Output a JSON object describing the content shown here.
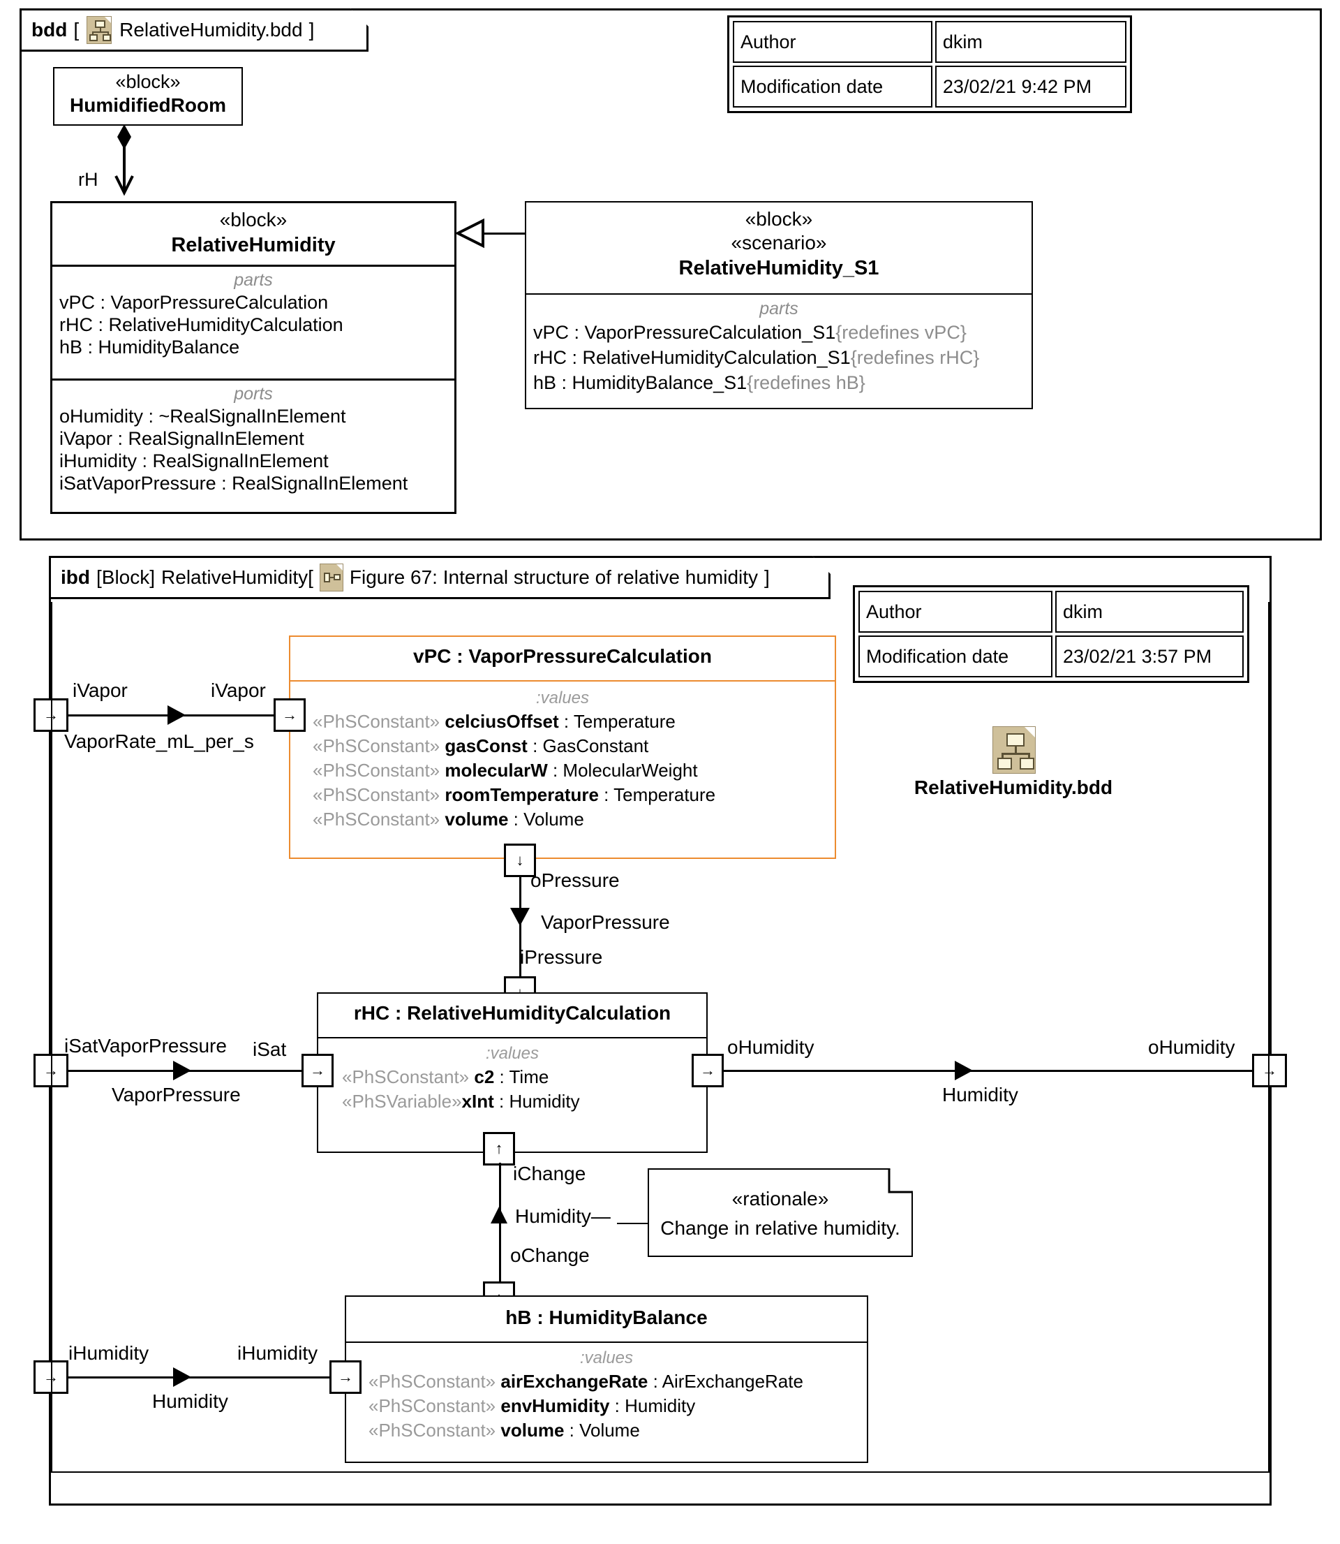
{
  "bdd": {
    "keyword": "bdd",
    "bracket_open": "[",
    "icon_name": "bdd-file-icon",
    "diagram_name": "RelativeHumidity.bdd",
    "bracket_close": "]",
    "meta": {
      "rows": [
        {
          "label": "Author",
          "value": "dkim"
        },
        {
          "label": "Modification date",
          "value": "23/02/21 9:42 PM"
        }
      ]
    },
    "humidified_room": {
      "stereotype": "«block»",
      "name": "HumidifiedRoom"
    },
    "composition_role": "rH",
    "relative_humidity": {
      "stereotype": "«block»",
      "name": "RelativeHumidity",
      "parts_label": "parts",
      "parts": [
        "vPC : VaporPressureCalculation",
        "rHC : RelativeHumidityCalculation",
        "hB : HumidityBalance"
      ],
      "ports_label": "ports",
      "ports": [
        "oHumidity : ~RealSignalInElement",
        "iVapor : RealSignalInElement",
        "iHumidity : RealSignalInElement",
        "iSatVaporPressure : RealSignalInElement"
      ]
    },
    "relative_humidity_s1": {
      "stereotype1": "«block»",
      "stereotype2": "«scenario»",
      "name": "RelativeHumidity_S1",
      "parts_label": "parts",
      "parts": [
        {
          "main": "vPC : VaporPressureCalculation_S1",
          "redefines": "{redefines vPC}"
        },
        {
          "main": "rHC : RelativeHumidityCalculation_S1",
          "redefines": "{redefines rHC}"
        },
        {
          "main": "hB : HumidityBalance_S1",
          "redefines": "{redefines hB}"
        }
      ]
    }
  },
  "ibd": {
    "keyword": "ibd",
    "kind": "[Block]",
    "block_name": "RelativeHumidity[",
    "icon_name": "ibd-file-icon",
    "figure_caption": "Figure 67: Internal structure of relative humidity",
    "bracket_close": "]",
    "meta": {
      "rows": [
        {
          "label": "Author",
          "value": "dkim"
        },
        {
          "label": "Modification date",
          "value": "23/02/21 3:57 PM"
        }
      ]
    },
    "bdd_ref": {
      "icon_name": "bdd-file-icon",
      "label": "RelativeHumidity.bdd"
    },
    "vpc": {
      "title": "vPC : VaporPressureCalculation",
      "values_label": ":values",
      "values": [
        {
          "stereotype": "«PhSConstant»",
          "name": "celciusOffset",
          "colon": " : ",
          "type": "Temperature"
        },
        {
          "stereotype": "«PhSConstant»",
          "name": "gasConst",
          "colon": " : ",
          "type": "GasConstant"
        },
        {
          "stereotype": "«PhSConstant»",
          "name": "molecularW",
          "colon": " : ",
          "type": "MolecularWeight"
        },
        {
          "stereotype": "«PhSConstant»",
          "name": "roomTemperature",
          "colon": " : ",
          "type": "Temperature"
        },
        {
          "stereotype": "«PhSConstant»",
          "name": "volume",
          "colon": " : ",
          "type": "Volume"
        }
      ]
    },
    "rhc": {
      "title": "rHC : RelativeHumidityCalculation",
      "values_label": ":values",
      "values": [
        {
          "stereotype": "«PhSConstant»",
          "name": "c2",
          "colon": " : ",
          "type": "Time"
        },
        {
          "stereotype": "«PhSVariable»",
          "name": "xInt",
          "colon": " : ",
          "type": "Humidity"
        }
      ]
    },
    "hb": {
      "title": "hB : HumidityBalance",
      "values_label": ":values",
      "values": [
        {
          "stereotype": "«PhSConstant»",
          "name": "airExchangeRate",
          "colon": " : ",
          "type": "AirExchangeRate"
        },
        {
          "stereotype": "«PhSConstant»",
          "name": "envHumidity",
          "colon": " : ",
          "type": "Humidity"
        },
        {
          "stereotype": "«PhSConstant»",
          "name": "volume",
          "colon": " : ",
          "type": "Volume"
        }
      ]
    },
    "rationale_note": {
      "stereotype": "«rationale»",
      "text": "Change in relative humidity."
    },
    "connectors": {
      "vapor_outer_port": "iVapor",
      "vapor_inner_port": "iVapor",
      "vapor_item_flow": "VaporRate_mL_per_s",
      "pressure_out_port": "oPressure",
      "pressure_item_flow": "VaporPressure",
      "pressure_in_port": "iPressure",
      "sat_outer_port": "iSatVaporPressure",
      "sat_inner_port": "iSat",
      "sat_item_flow": "VaporPressure",
      "ohumidity_inner_port": "oHumidity",
      "ohumidity_item_flow": "Humidity",
      "ohumidity_outer_port": "oHumidity",
      "change_in_port": "iChange",
      "change_item_flow": "Humidity—",
      "change_out_port": "oChange",
      "ihumidity_outer_port": "iHumidity",
      "ihumidity_item_flow": "Humidity",
      "ihumidity_inner_port": "iHumidity"
    }
  },
  "colors": {
    "orange": "#ec8b2f",
    "gray_text": "#8d8d8d",
    "icon_fill": "#cfc09a",
    "icon_node": "#fbf6dd"
  }
}
